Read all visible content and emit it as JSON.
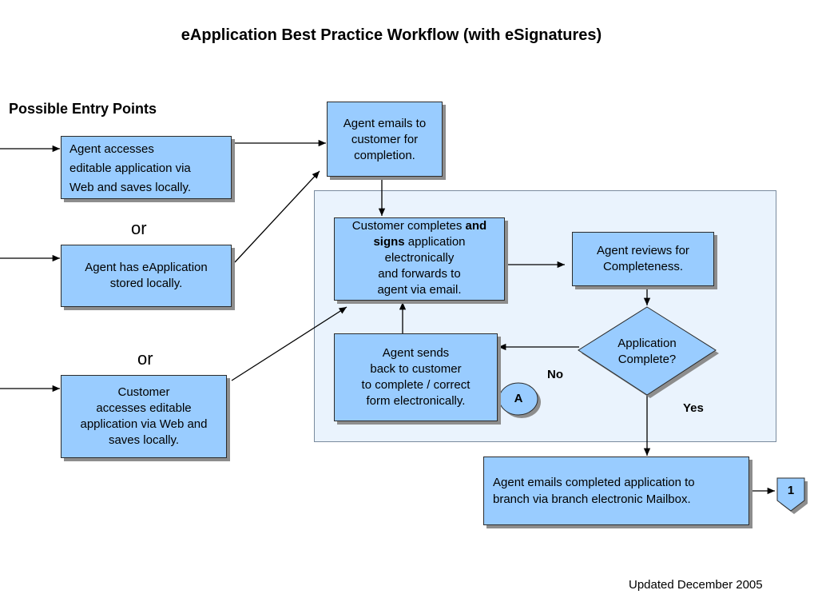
{
  "title": "eApplication Best Practice Workflow (with eSignatures)",
  "entry_points_label": "Possible Entry Points",
  "entry": {
    "web_save": "Agent accesses\neditable application via\nWeb and saves locally.",
    "or_1": "or",
    "stored_locally": "Agent has eApplication\nstored locally.",
    "or_2": "or",
    "customer_web": "Customer\naccesses editable\napplication via Web and\nsaves locally."
  },
  "steps": {
    "agent_emails": "Agent emails to\ncustomer for\ncompletion.",
    "customer_completes_1": "Customer completes ",
    "customer_completes_and": "and",
    "customer_completes_signs": "signs",
    "customer_completes_2": " application\nelectronically\nand forwards to\nagent via email.",
    "agent_reviews": "Agent reviews for\nCompleteness.",
    "decision": "Application\nComplete?",
    "agent_sends_back": "Agent sends\nback to customer\nto complete  / correct\nform electronically.",
    "agent_emails_completed": "Agent emails completed application to\nbranch via branch electronic Mailbox."
  },
  "labels": {
    "no": "No",
    "yes": "Yes",
    "connector_a": "A",
    "connector_1": "1"
  },
  "footer": "Updated December 2005",
  "colors": {
    "box_fill": "#99ccff",
    "region_fill": "#eaf3fd",
    "shadow": "#8d8d8d"
  }
}
